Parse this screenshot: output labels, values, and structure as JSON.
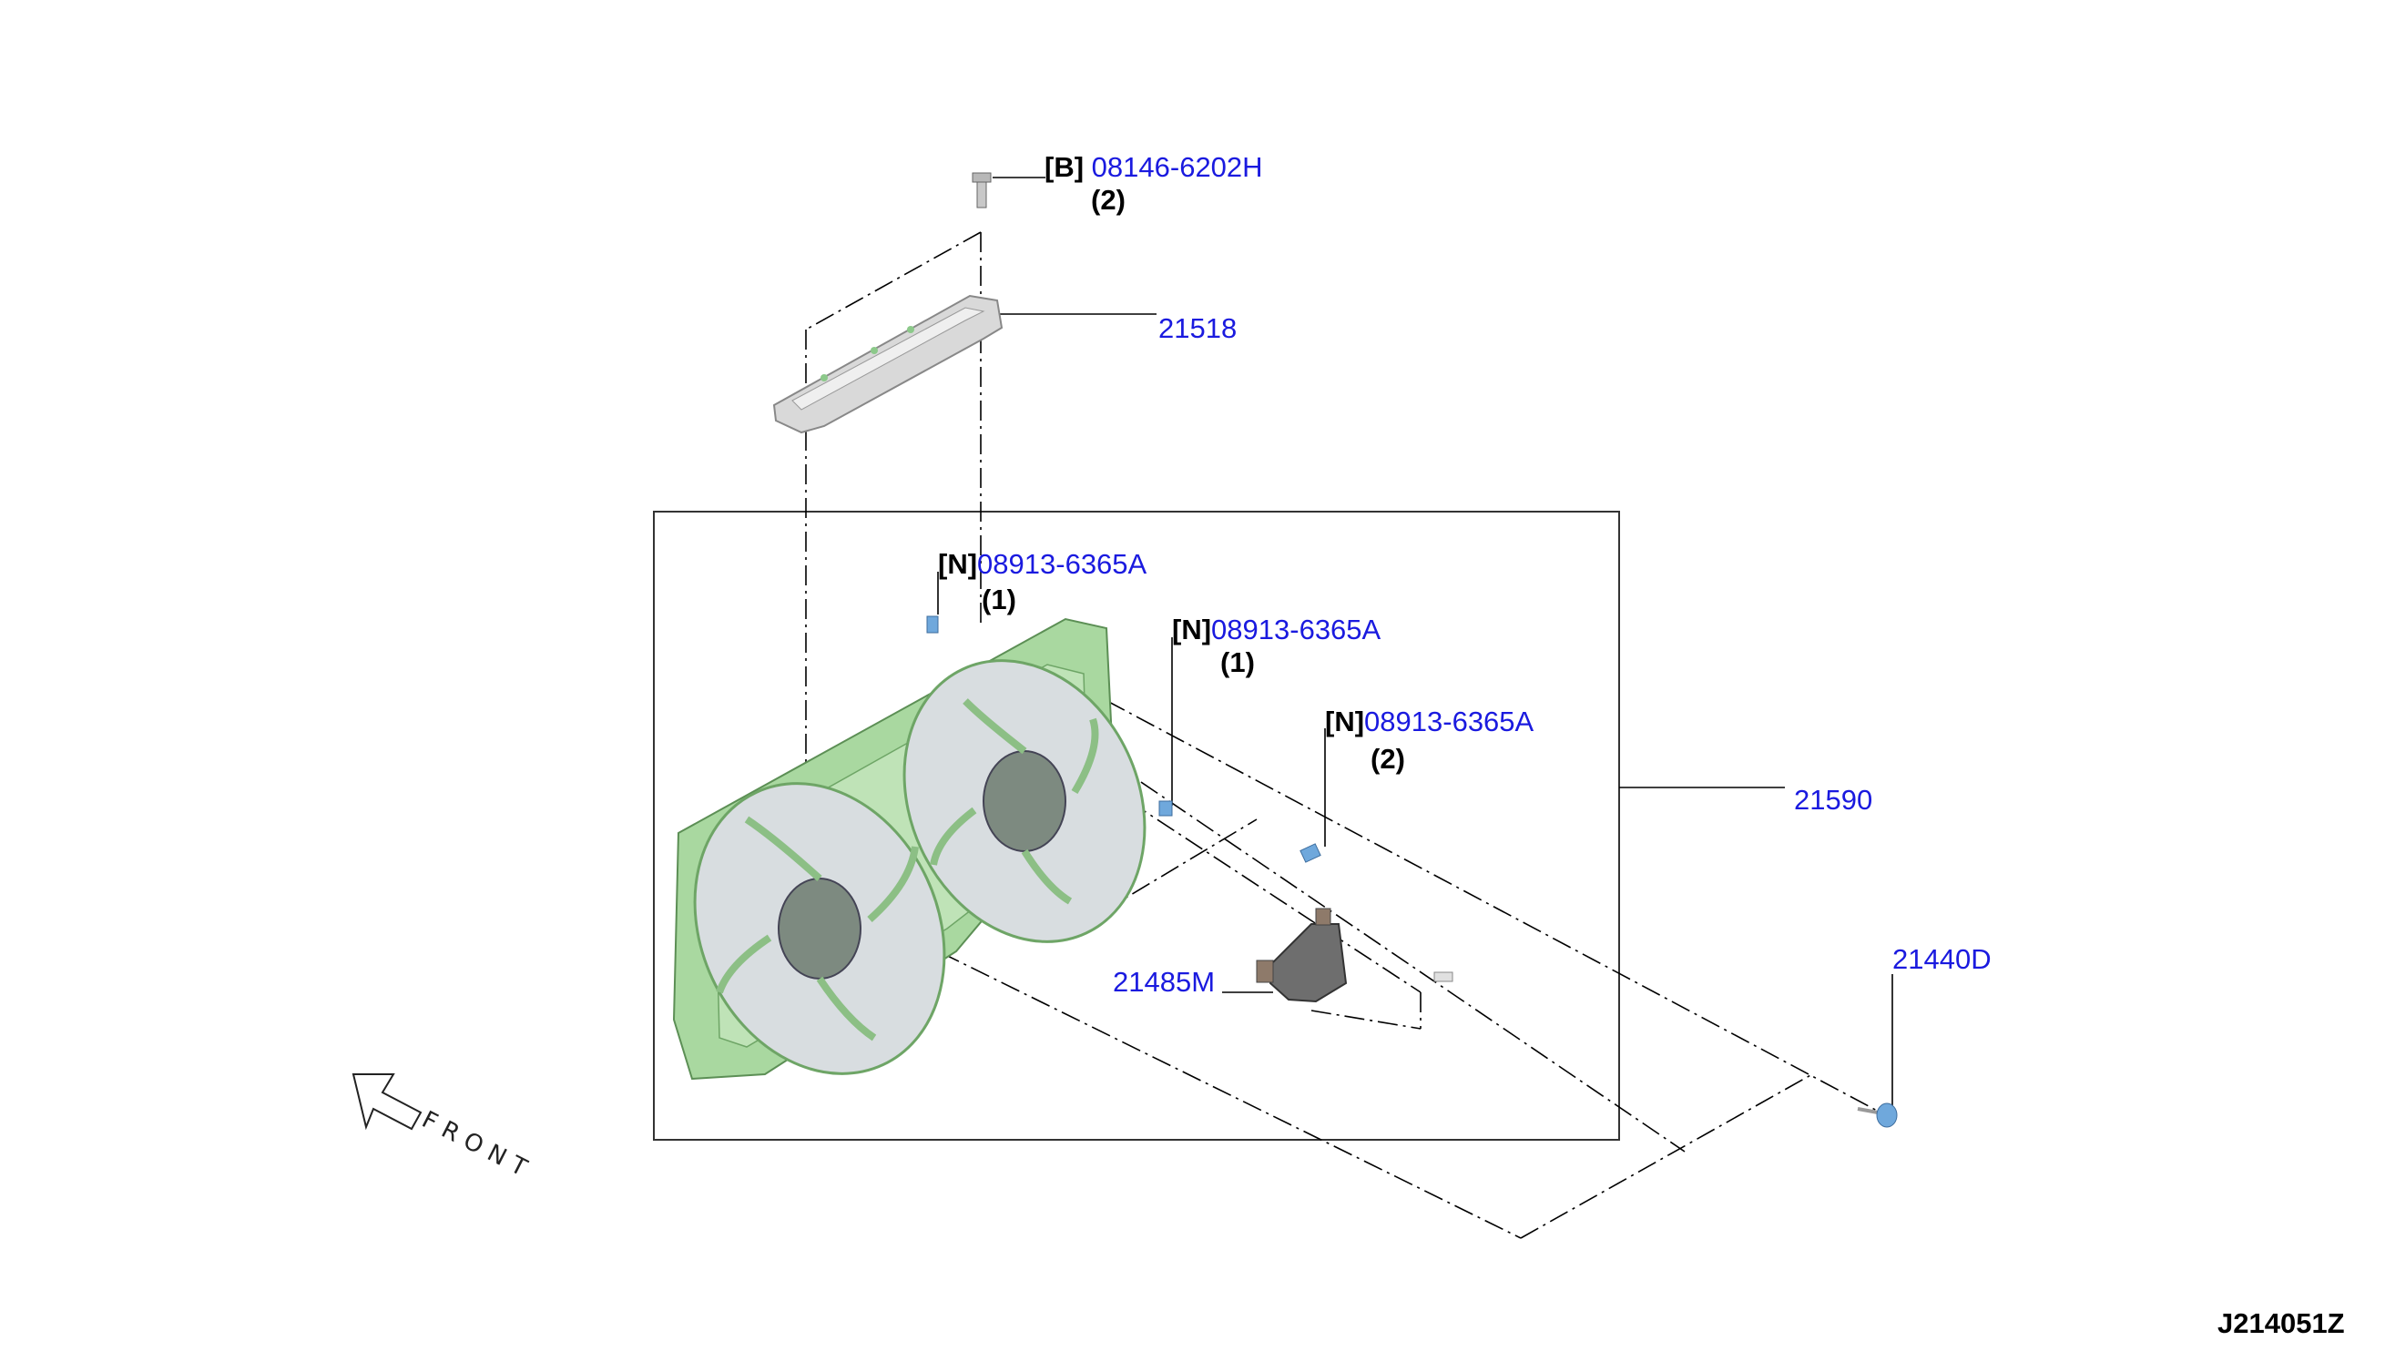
{
  "diagram_id": "J214051Z",
  "front_label": "FRONT",
  "callouts": [
    {
      "code": "[B]",
      "part": "08146-6202H",
      "qty": "(2)"
    },
    {
      "part": "21518"
    },
    {
      "code": "[N]",
      "part": "08913-6365A",
      "qty": "(1)"
    },
    {
      "code": "[N]",
      "part": "08913-6365A",
      "qty": "(1)"
    },
    {
      "code": "[N]",
      "part": "08913-6365A",
      "qty": "(2)"
    },
    {
      "part": "21590"
    },
    {
      "part": "21485M"
    },
    {
      "part": "21440D"
    }
  ],
  "colors": {
    "part_number": "#1a1adf",
    "fan_shroud": "#a9d8a0",
    "clip": "#6fa8dc",
    "motor": "#6e6e6e"
  }
}
